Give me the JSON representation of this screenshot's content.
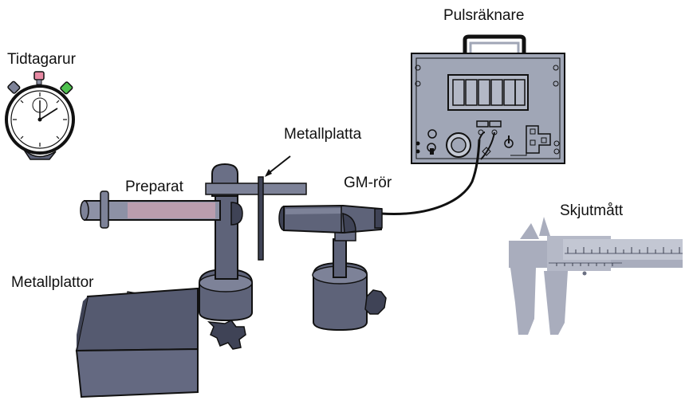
{
  "labels": {
    "pulse_counter": "Pulsräknare",
    "stopwatch": "Tidtagarur",
    "metal_plate": "Metallplatta",
    "sample": "Preparat",
    "gm_tube": "GM-rör",
    "caliper": "Skjutmått",
    "metal_plates": "Metallplattor"
  },
  "colors": {
    "equipment": "#5e6379",
    "equipment_dark": "#3f4356",
    "equipment_light": "#7d8298",
    "instrument_panel": "#a0a6b6",
    "caliper": "#a9adbd",
    "sample_tint": "#c9a2b2",
    "stopwatch_pink": "#e88aa4",
    "stopwatch_green": "#4ec14e",
    "outline": "#111111"
  }
}
